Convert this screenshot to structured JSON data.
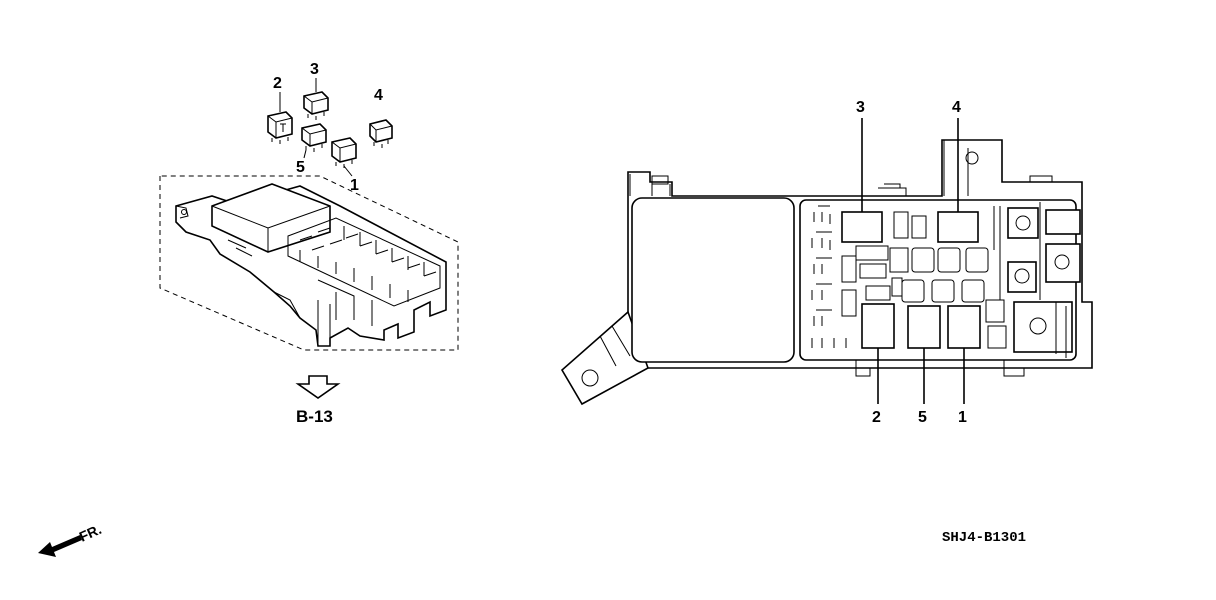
{
  "left_assembly": {
    "callouts": {
      "c1": "1",
      "c2": "2",
      "c3": "3",
      "c4": "4",
      "c5": "5"
    },
    "reference": "B-13"
  },
  "right_assembly": {
    "callouts": {
      "c1": "1",
      "c2": "2",
      "c3": "3",
      "c4": "4",
      "c5": "5"
    }
  },
  "front_indicator": "FR.",
  "diagram_code": "SHJ4-B1301"
}
